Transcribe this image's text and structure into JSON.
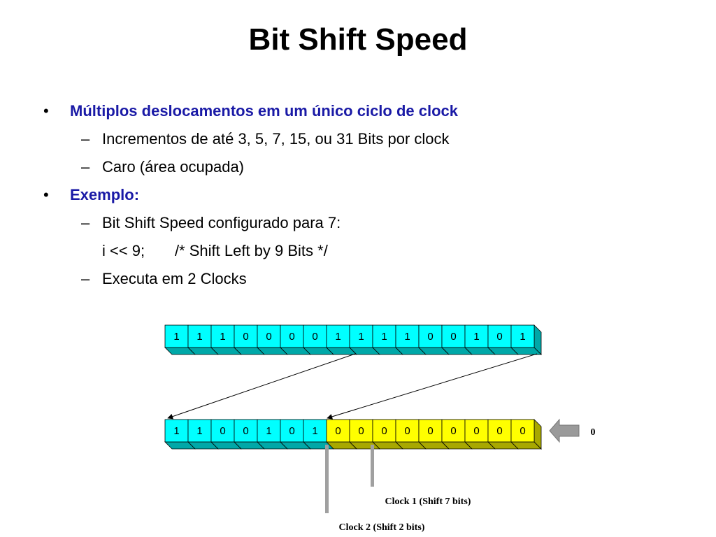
{
  "slide": {
    "title": "Bit Shift Speed",
    "bullets": [
      {
        "marker": "•",
        "text": "Múltiplos deslocamentos em um único ciclo de clock"
      },
      {
        "marker": "–",
        "text": "Incrementos de até 3, 5, 7, 15, ou 31 Bits por clock"
      },
      {
        "marker": "–",
        "text": "Caro (área ocupada)"
      },
      {
        "marker": "•",
        "text": "Exemplo:"
      },
      {
        "marker": "–",
        "text": "Bit Shift Speed configurado para 7:"
      },
      {
        "marker": "",
        "text": "i << 9;       /* Shift Left by 9 Bits */"
      },
      {
        "marker": "–",
        "text": "Executa em 2 Clocks"
      }
    ]
  },
  "diagram": {
    "top_register": [
      "1",
      "1",
      "1",
      "0",
      "0",
      "0",
      "0",
      "1",
      "1",
      "1",
      "1",
      "0",
      "0",
      "1",
      "0",
      "1"
    ],
    "bottom_register": [
      "1",
      "1",
      "0",
      "0",
      "1",
      "0",
      "1",
      "0",
      "0",
      "0",
      "0",
      "0",
      "0",
      "0",
      "0",
      "0"
    ],
    "shifted_in_count": 9,
    "colors": {
      "original_bits": "#00ffff",
      "original_side": "#00a8a8",
      "shifted_bits": "#ffff00",
      "shifted_side": "#a8a800",
      "arrow_gray": "#999999"
    },
    "input_label": "0",
    "clock1_label": "Clock 1 (Shift 7 bits)",
    "clock2_label": "Clock 2 (Shift 2 bits)"
  }
}
